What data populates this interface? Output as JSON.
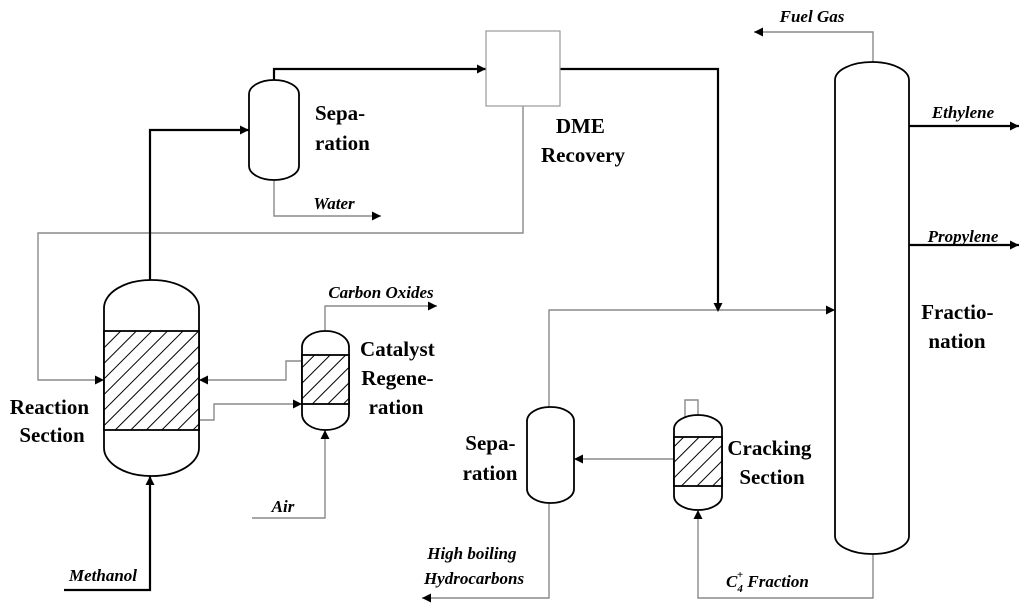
{
  "units": {
    "reaction": [
      "Reaction",
      "Section"
    ],
    "separation_top": [
      "Sepa-",
      "ration"
    ],
    "dme": [
      "DME",
      "Recovery"
    ],
    "catalyst": [
      "Catalyst",
      "Regene-",
      "ration"
    ],
    "fractionation": [
      "Fractio-",
      "nation"
    ],
    "separation_bottom": [
      "Sepa-",
      "ration"
    ],
    "cracking": [
      "Cracking",
      "Section"
    ]
  },
  "streams": {
    "fuel_gas": "Fuel Gas",
    "ethylene": "Ethylene",
    "propylene": "Propylene",
    "water": "Water",
    "carbon_oxides": "Carbon Oxides",
    "air": "Air",
    "methanol": "Methanol",
    "high_boiling": [
      "High boiling",
      "Hydrocarbons"
    ],
    "c4_fraction": {
      "base": "C",
      "sub": "4",
      "sup": "+",
      "rest": " Fraction"
    }
  }
}
